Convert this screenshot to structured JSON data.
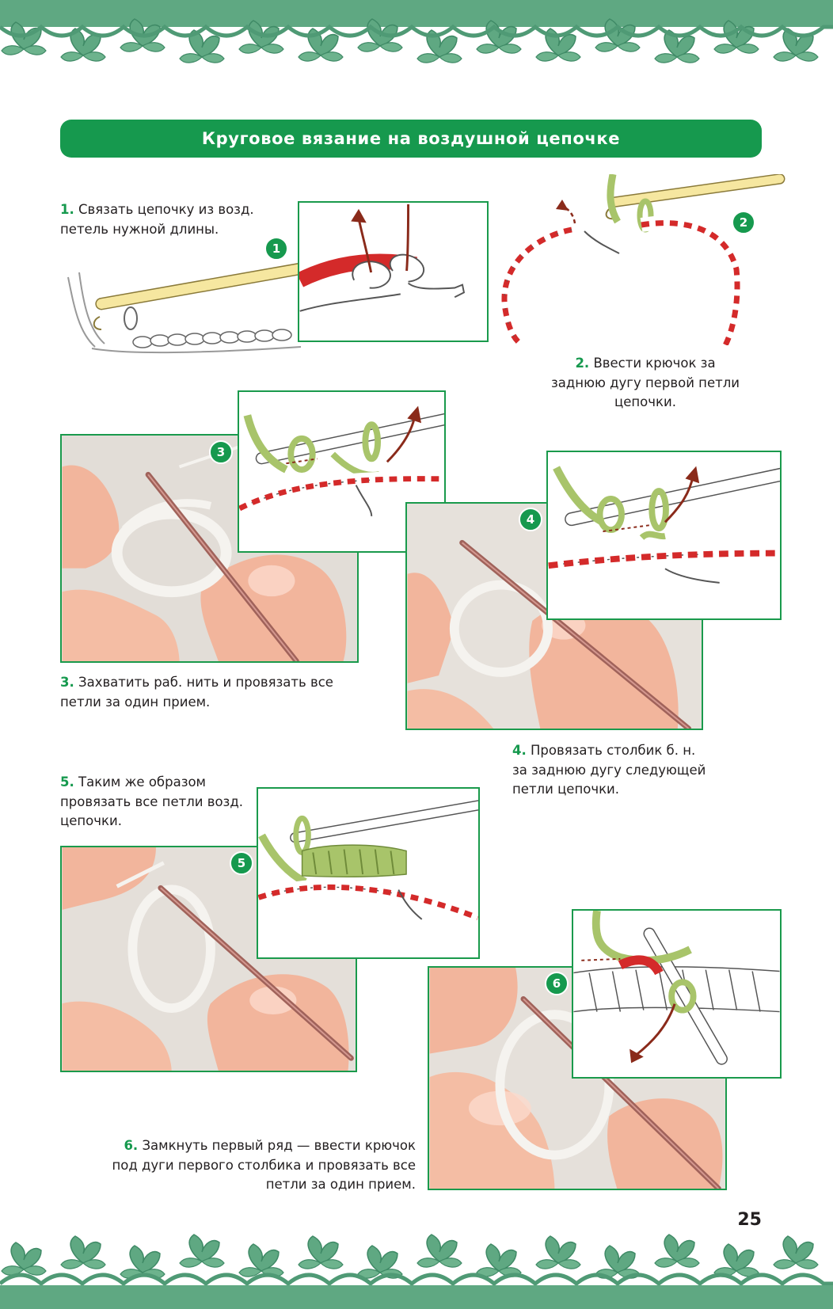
{
  "title": "Круговое вязание на воздушной цепочке",
  "steps": [
    {
      "number": "1.",
      "badge": "1",
      "text_lines": [
        "Связать цепочку из возд.",
        "петель нужной длины."
      ]
    },
    {
      "number": "2.",
      "badge": "2",
      "text_lines": [
        "Ввести крючок за",
        "заднюю дугу первой петли",
        "цепочки."
      ]
    },
    {
      "number": "3.",
      "badge": "3",
      "text_lines": [
        "Захватить раб. нить и провязать все",
        "петли за один прием."
      ]
    },
    {
      "number": "4.",
      "badge": "4",
      "text_lines": [
        "Провязать столбик б. н.",
        "за заднюю дугу следующей",
        "петли цепочки."
      ]
    },
    {
      "number": "5.",
      "badge": "5",
      "text_lines": [
        "Таким же образом",
        "провязать все петли возд.",
        "цепочки."
      ]
    },
    {
      "number": "6.",
      "badge": "6",
      "text_lines": [
        "Замкнуть первый ряд — ввести крючок",
        "под дуги первого столбика и провязать все",
        "петли за один прием."
      ]
    }
  ],
  "page_number": "25",
  "colors": {
    "accent_green": "#16994e",
    "yarn_red": "#d42a2a",
    "yarn_green": "#a8c46a",
    "hook_yellow": "#f6e7a0",
    "lace_green": "#5fa882"
  },
  "icons": [
    "crochet-lace-border",
    "crochet-hook",
    "yarn-chain",
    "hand-photo",
    "direction-arrow"
  ]
}
